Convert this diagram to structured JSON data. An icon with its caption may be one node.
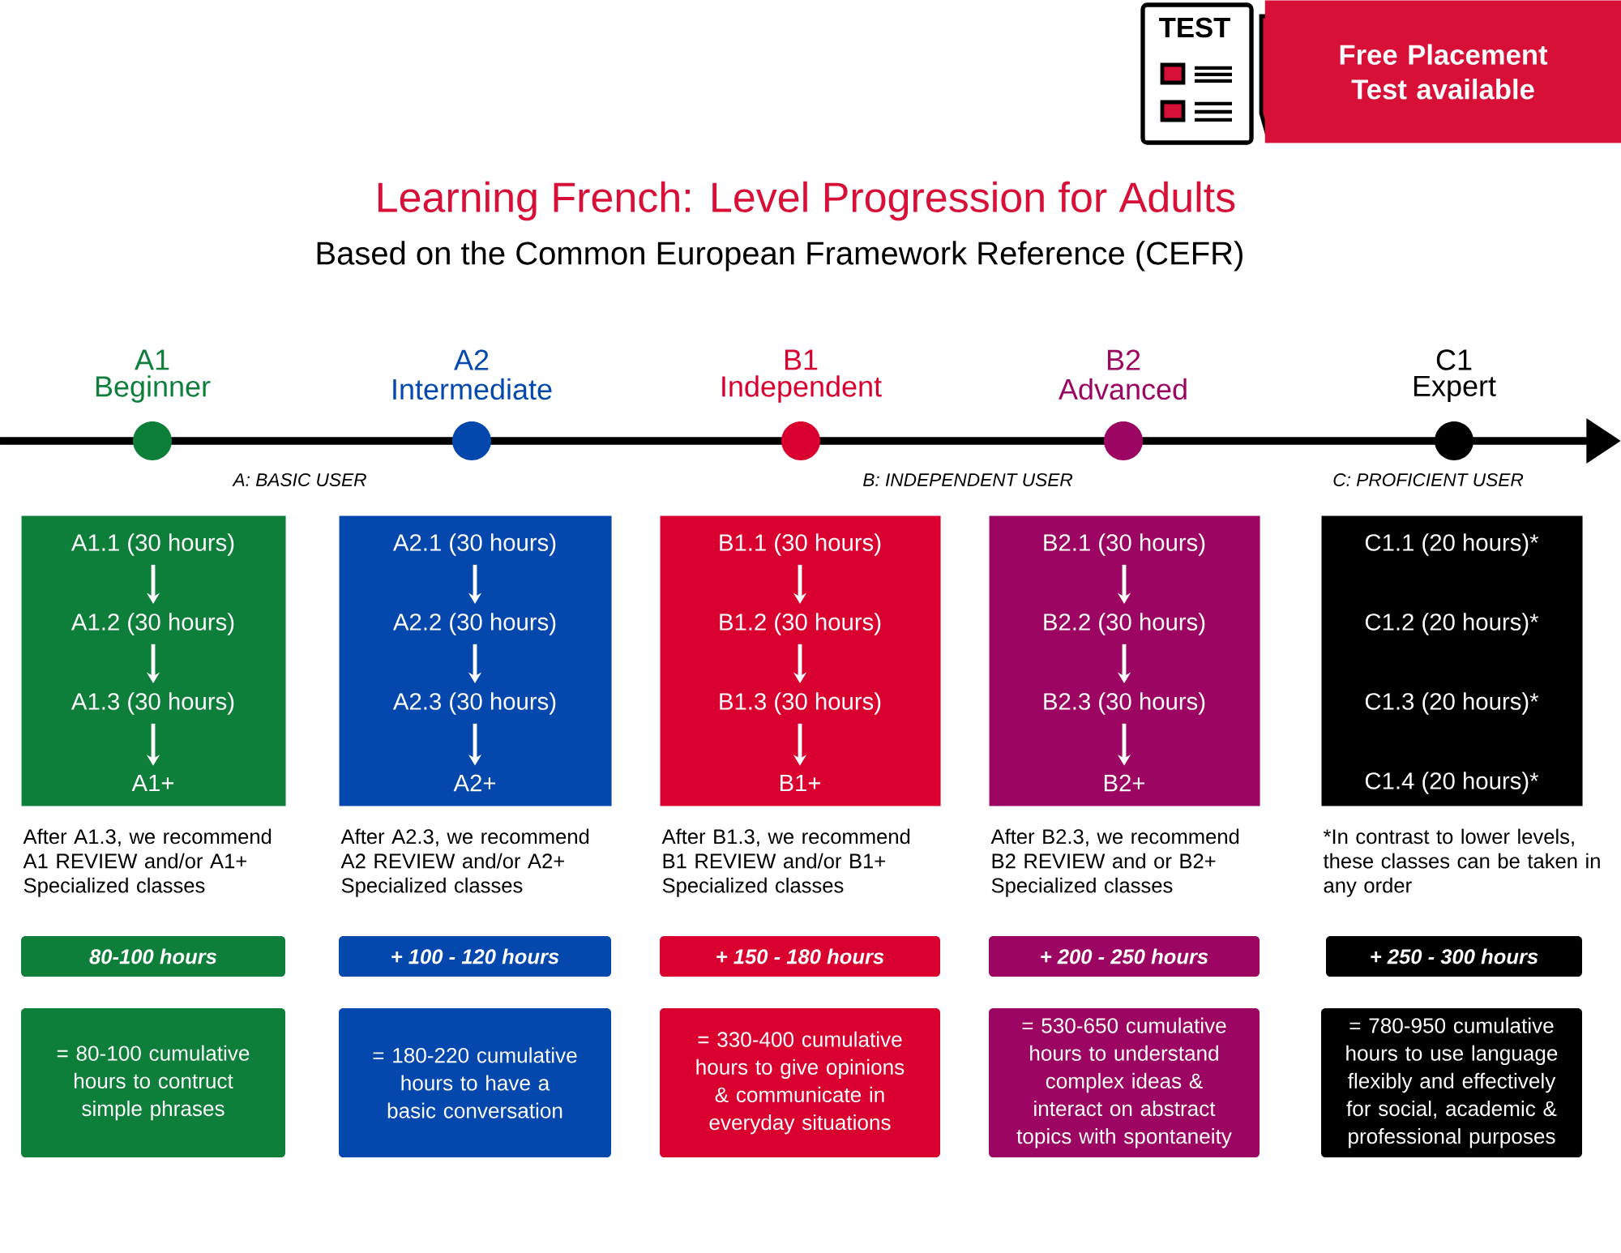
{
  "diagram": {
    "title": "Learning French: Level Progression for Adults",
    "nodes": [
      {
        "text": [
          "A1",
          "Beginner"
        ]
      },
      {
        "text": [
          "A2",
          "Intermediate"
        ]
      },
      {
        "text": [
          "B1",
          "Independent"
        ]
      },
      {
        "text": [
          "B2",
          "Advanced"
        ]
      },
      {
        "text": [
          "C1",
          "Expert"
        ]
      },
      {
        "text": [],
        "shape": "box",
        "beside": [
          "After A1.3, we recommend A1 REVIEW and/or A1+ Specialized classes"
        ]
      },
      {
        "text": [
          "A1.1 (30 hours)"
        ],
        "in": 5
      },
      {
        "text": [
          "A1.2 (30 hours)"
        ],
        "in": 5
      },
      {
        "text": [
          "A1.3 (30 hours)"
        ],
        "in": 5
      },
      {
        "text": [
          "A1+"
        ],
        "in": 5
      },
      {
        "text": [
          "80-100 hours"
        ]
      },
      {
        "text": [
          "= 80-100 cumulative hours to contruct simple phrases"
        ]
      },
      {
        "text": [],
        "shape": "box",
        "beside": [
          "After A2.3, we recommend A2 REVIEW and/or A2+ Specialized classes"
        ]
      },
      {
        "text": [
          "A2.1 (30 hours)"
        ],
        "in": 12
      },
      {
        "text": [
          "A2.2 (30 hours)"
        ],
        "in": 12
      },
      {
        "text": [
          "A2.3 (30 hours)"
        ],
        "in": 12
      },
      {
        "text": [
          "A2+"
        ],
        "in": 12
      },
      {
        "text": [
          "+ 100 - 120 hours"
        ]
      },
      {
        "text": [
          "= 180-220 cumulative hours to have a basic conversation"
        ]
      },
      {
        "text": [],
        "shape": "box",
        "beside": [
          "After B1.3, we recommend B1 REVIEW and/or B1+ Specialized classes"
        ]
      },
      {
        "text": [
          "B1.1 (30 hours)"
        ],
        "in": 19
      },
      {
        "text": [
          "B1.2 (30 hours)"
        ],
        "in": 19
      },
      {
        "text": [
          "B1.3 (30 hours)"
        ],
        "in": 19
      },
      {
        "text": [
          "B1+"
        ],
        "in": 19
      },
      {
        "text": [
          "+ 150 - 180 hours"
        ]
      },
      {
        "text": [
          "= 330-400 cumulative hours to give opinions & communicate in everyday situations"
        ]
      },
      {
        "text": [],
        "shape": "box",
        "beside": [
          "After B2.3, we recommend B2 REVIEW and or B2+ Specialized classes"
        ]
      },
      {
        "text": [
          "B2.1 (30 hours)"
        ],
        "in": 26
      },
      {
        "text": [
          "B2.2 (30 hours)"
        ],
        "in": 26
      },
      {
        "text": [
          "B2.3 (30 hours)"
        ],
        "in": 26
      },
      {
        "text": [
          "B2+"
        ],
        "in": 26
      },
      {
        "text": [
          "+ 200 - 250 hours"
        ]
      },
      {
        "text": [
          "= 530-650 cumulative hours to understand complex ideas & interact on abstract topics with spontaneity"
        ]
      },
      {
        "text": [],
        "shape": "box",
        "beside": [
          "*In contrast to lower levels, these classes can be taken in any order"
        ]
      },
      {
        "text": [
          "C1.1 (20 hours)*"
        ],
        "in": 33
      },
      {
        "text": [
          "C1.2 (20 hours)*"
        ],
        "in": 33
      },
      {
        "text": [
          "C1.3 (20 hours)*"
        ],
        "in": 33
      },
      {
        "text": [
          "C1.4 (20 hours)*"
        ],
        "in": 33
      },
      {
        "text": [
          "+ 250 - 300 hours"
        ]
      },
      {
        "text": [
          "= 780-950 cumulative hours to use language flexibly and effectively for social, academic & professional purposes"
        ]
      }
    ],
    "edges": [
      {
        "from": 6,
        "to": 7,
        "arrow": "to"
      },
      {
        "from": 7,
        "to": 8,
        "arrow": "to"
      },
      {
        "from": 8,
        "to": 9,
        "arrow": "to"
      },
      {
        "from": 13,
        "to": 14,
        "arrow": "to"
      },
      {
        "from": 14,
        "to": 15,
        "arrow": "to"
      },
      {
        "from": 15,
        "to": 16,
        "arrow": "to"
      },
      {
        "from": 20,
        "to": 21,
        "arrow": "to"
      },
      {
        "from": 21,
        "to": 22,
        "arrow": "to"
      },
      {
        "from": 22,
        "to": 23,
        "arrow": "to"
      },
      {
        "from": 27,
        "to": 28,
        "arrow": "to"
      },
      {
        "from": 28,
        "to": 29,
        "arrow": "to"
      },
      {
        "from": 29,
        "to": 30,
        "arrow": "to"
      }
    ],
    "labels": [
      "TEST",
      "Free Placement Test available",
      "Based on the Common European Framework Reference (CEFR)",
      "A: BASIC USER",
      "B: INDEPENDENT USER",
      "C: PROFICIENT USER"
    ]
  }
}
